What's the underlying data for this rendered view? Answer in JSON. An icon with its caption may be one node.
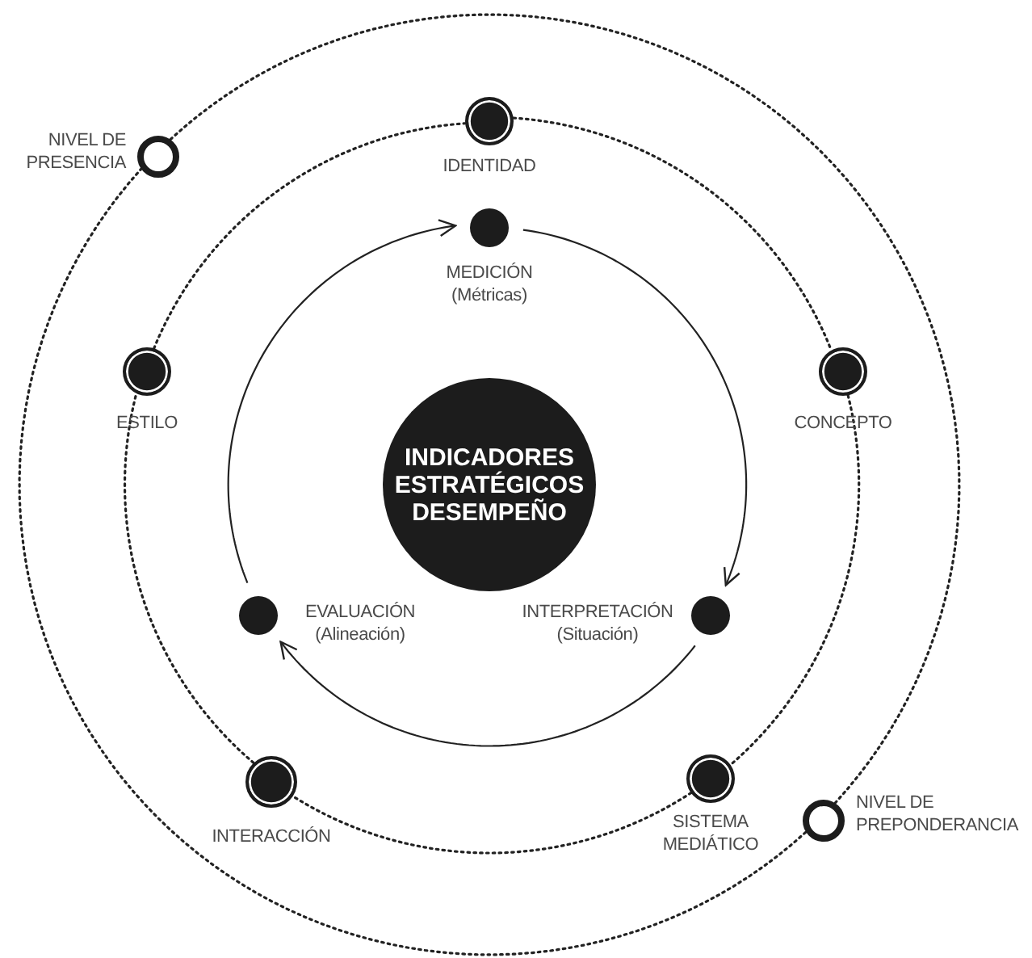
{
  "diagram": {
    "nodes": [
      {
        "text": [
          "IDENTIDAD"
        ]
      },
      {
        "text": [
          "NIVEL DE PRESENCIA"
        ]
      },
      {
        "text": [
          "MEDICIÓN",
          "(Métricas)"
        ]
      },
      {
        "text": [
          "ESTILO"
        ]
      },
      {
        "text": [
          "CONCEPTO"
        ]
      },
      {
        "text": [
          "INDICADORES ESTRATÉGICOS DESEMPEÑO"
        ]
      },
      {
        "text": [
          "EVALUACIÓN",
          "(Alineación)"
        ]
      },
      {
        "text": [
          "INTERPRETACIÓN",
          "(Situación)"
        ]
      },
      {
        "text": [
          "INTERACCIÓN"
        ]
      },
      {
        "text": [
          "SISTEMA MEDIÁTICO"
        ]
      },
      {
        "text": [
          "NIVEL DE PREPONDERANCIA"
        ]
      }
    ],
    "edges": [
      {
        "from": 0,
        "to": 4,
        "arrow": "none",
        "style": "dashed"
      },
      {
        "from": 4,
        "to": 9,
        "arrow": "none",
        "style": "dashed"
      },
      {
        "from": 9,
        "to": 8,
        "arrow": "none",
        "style": "dashed"
      },
      {
        "from": 8,
        "to": 3,
        "arrow": "none",
        "style": "dashed"
      },
      {
        "from": 3,
        "to": 0,
        "arrow": "none",
        "style": "dashed"
      },
      {
        "from": 1,
        "to": 10,
        "arrow": "none",
        "style": "dashed"
      },
      {
        "from": 10,
        "to": 1,
        "arrow": "none",
        "style": "dashed"
      },
      {
        "from": 2,
        "to": 7,
        "arrow": "to"
      },
      {
        "from": 7,
        "to": 6,
        "arrow": "to"
      },
      {
        "from": 6,
        "to": 2,
        "arrow": "to"
      }
    ]
  }
}
